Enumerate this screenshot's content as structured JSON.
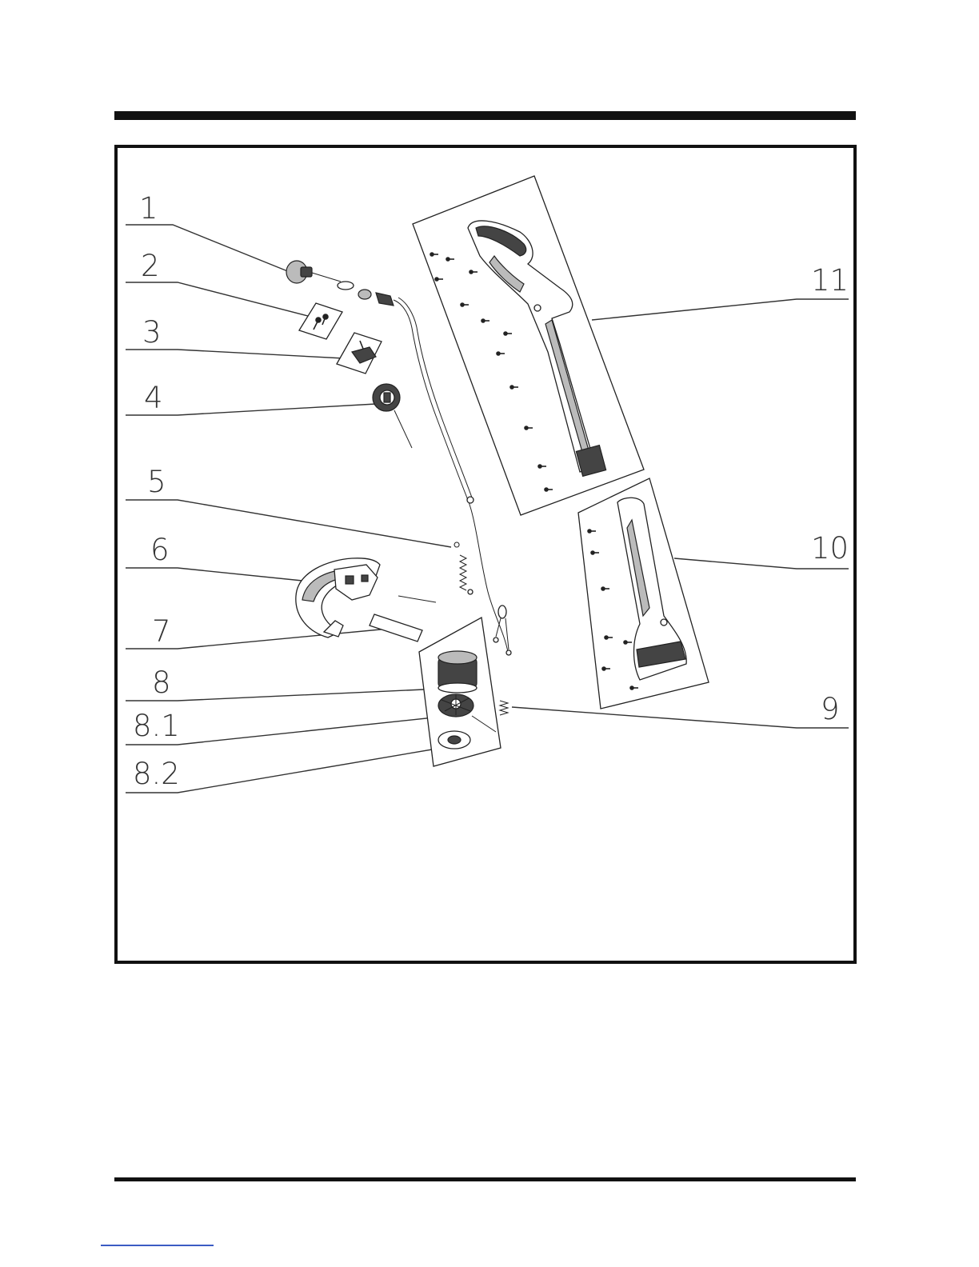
{
  "diagram": {
    "callouts": [
      {
        "id": "1",
        "label": "1"
      },
      {
        "id": "2",
        "label": "2"
      },
      {
        "id": "3",
        "label": "3"
      },
      {
        "id": "4",
        "label": "4"
      },
      {
        "id": "5",
        "label": "5"
      },
      {
        "id": "6",
        "label": "6"
      },
      {
        "id": "7",
        "label": "7"
      },
      {
        "id": "8",
        "label": "8"
      },
      {
        "id": "8.1",
        "label": "8.1"
      },
      {
        "id": "8.2",
        "label": "8.2"
      },
      {
        "id": "9",
        "label": "9"
      },
      {
        "id": "10",
        "label": "10"
      },
      {
        "id": "11",
        "label": "11"
      }
    ],
    "colors": {
      "ink": "#111111",
      "line": "#333333",
      "link": "#3b5bc4"
    }
  }
}
